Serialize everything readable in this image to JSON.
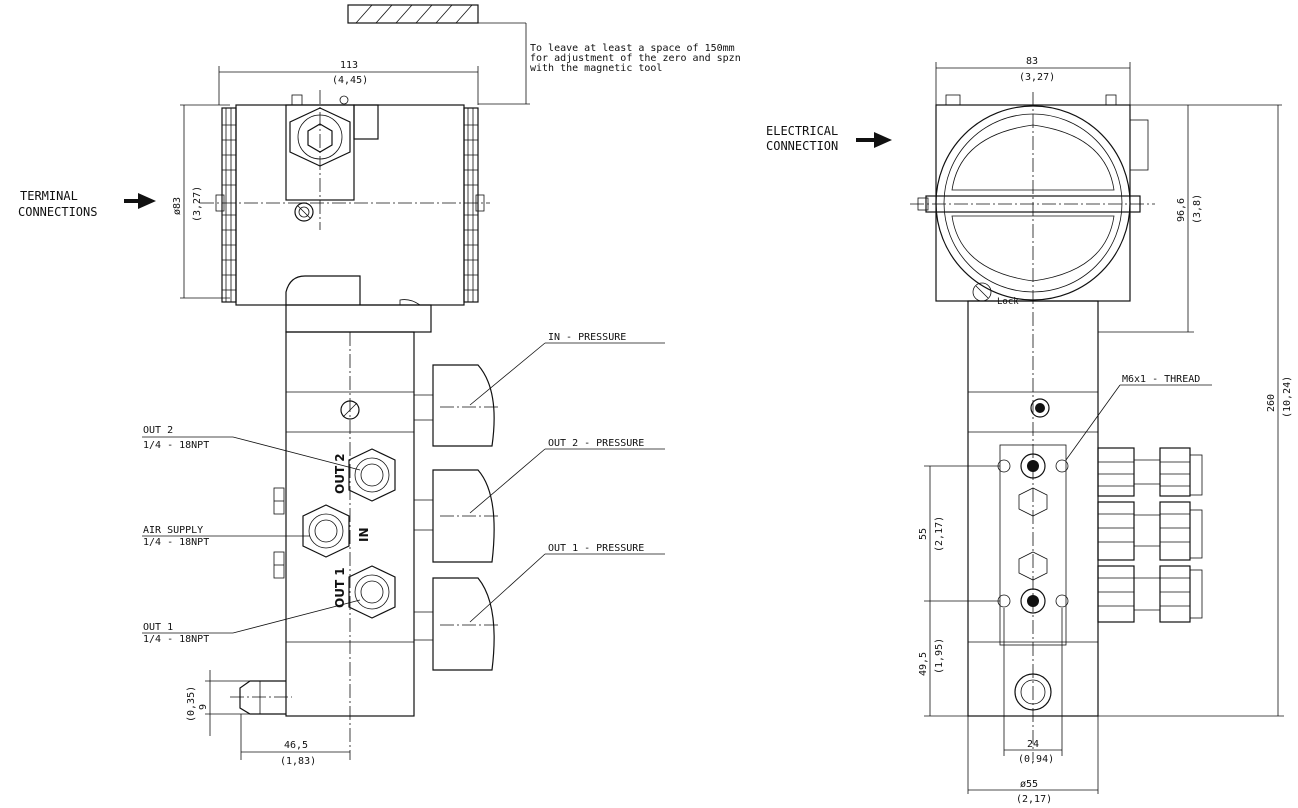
{
  "note": {
    "line1": "To leave at least a space of 150mm",
    "line2": "for adjustment of the zero and spzn",
    "line3": "with the magnetic tool"
  },
  "left_view": {
    "width_mm": "113",
    "width_in": "(4,45)",
    "dia_mm": "ø83",
    "dia_in": "(3,27)",
    "terminal_line1": "TERMINAL",
    "terminal_line2": "CONNECTIONS",
    "in_pressure": "IN - PRESSURE",
    "out2_pressure": "OUT 2 - PRESSURE",
    "out1_pressure": "OUT 1 - PRESSURE",
    "out2_label": "OUT 2",
    "out2_thread": "1/4 - 18NPT",
    "air_label": "AIR SUPPLY",
    "air_thread": "1/4 - 18NPT",
    "out1_label": "OUT 1",
    "out1_thread": "1/4 - 18NPT",
    "port_out2": "OUT 2",
    "port_in": "IN",
    "port_out1": "OUT 1",
    "dim_9": "9",
    "dim_9_in": "(0,35)",
    "dim_46": "46,5",
    "dim_46_in": "(1,83)"
  },
  "right_view": {
    "width_mm": "83",
    "width_in": "(3,27)",
    "electrical_line1": "ELECTRICAL",
    "electrical_line2": "CONNECTION",
    "lock": "Lock",
    "dim_96": "96,6",
    "dim_96_in": "(3,8)",
    "dim_260": "260",
    "dim_260_in": "(10,24)",
    "thread": "M6x1 - THREAD",
    "dim_55": "55",
    "dim_55_in": "(2,17)",
    "dim_49": "49,5",
    "dim_49_in": "(1,95)",
    "dim_24": "24",
    "dim_24_in": "(0,94)",
    "dim_55d": "ø55",
    "dim_55d_in": "(2,17)"
  },
  "colors": {
    "line": "#111111",
    "background": "#ffffff"
  }
}
